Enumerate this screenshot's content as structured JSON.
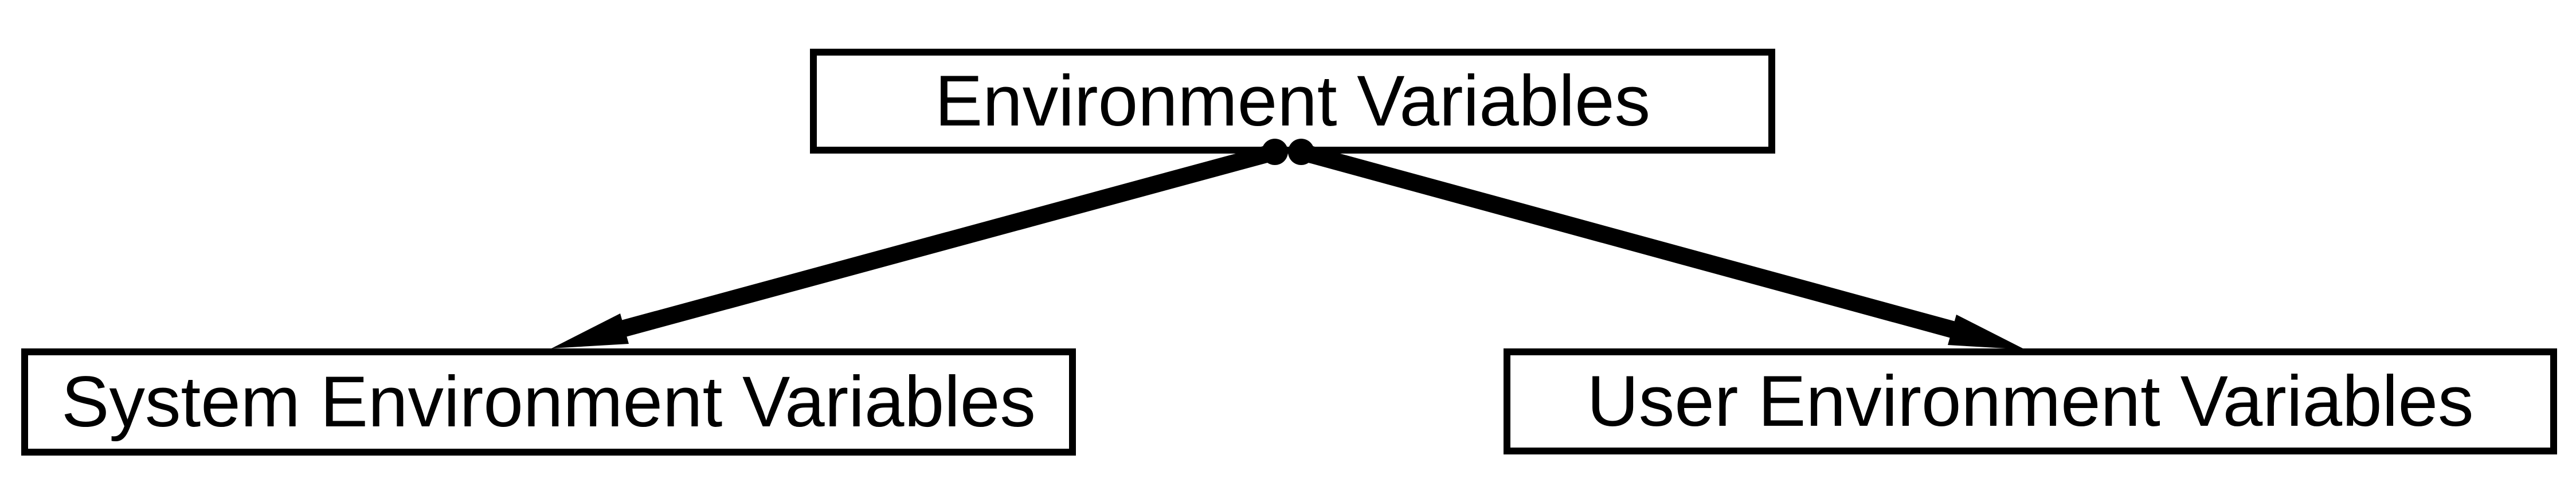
{
  "diagram": {
    "background": "#ffffff",
    "line_color": "#000000",
    "box_border_color": "#000000",
    "box_fill_color": "#ffffff",
    "text_color": "#000000",
    "nodes": {
      "root": {
        "label": "Environment Variables"
      },
      "system": {
        "label": "System Environment Variables"
      },
      "user": {
        "label": "User Environment Variables"
      }
    },
    "edges": [
      {
        "from": "Environment Variables",
        "to": "System Environment Variables",
        "tail": "dot",
        "head": "arrow"
      },
      {
        "from": "Environment Variables",
        "to": "User Environment Variables",
        "tail": "dot",
        "head": "arrow"
      }
    ]
  }
}
